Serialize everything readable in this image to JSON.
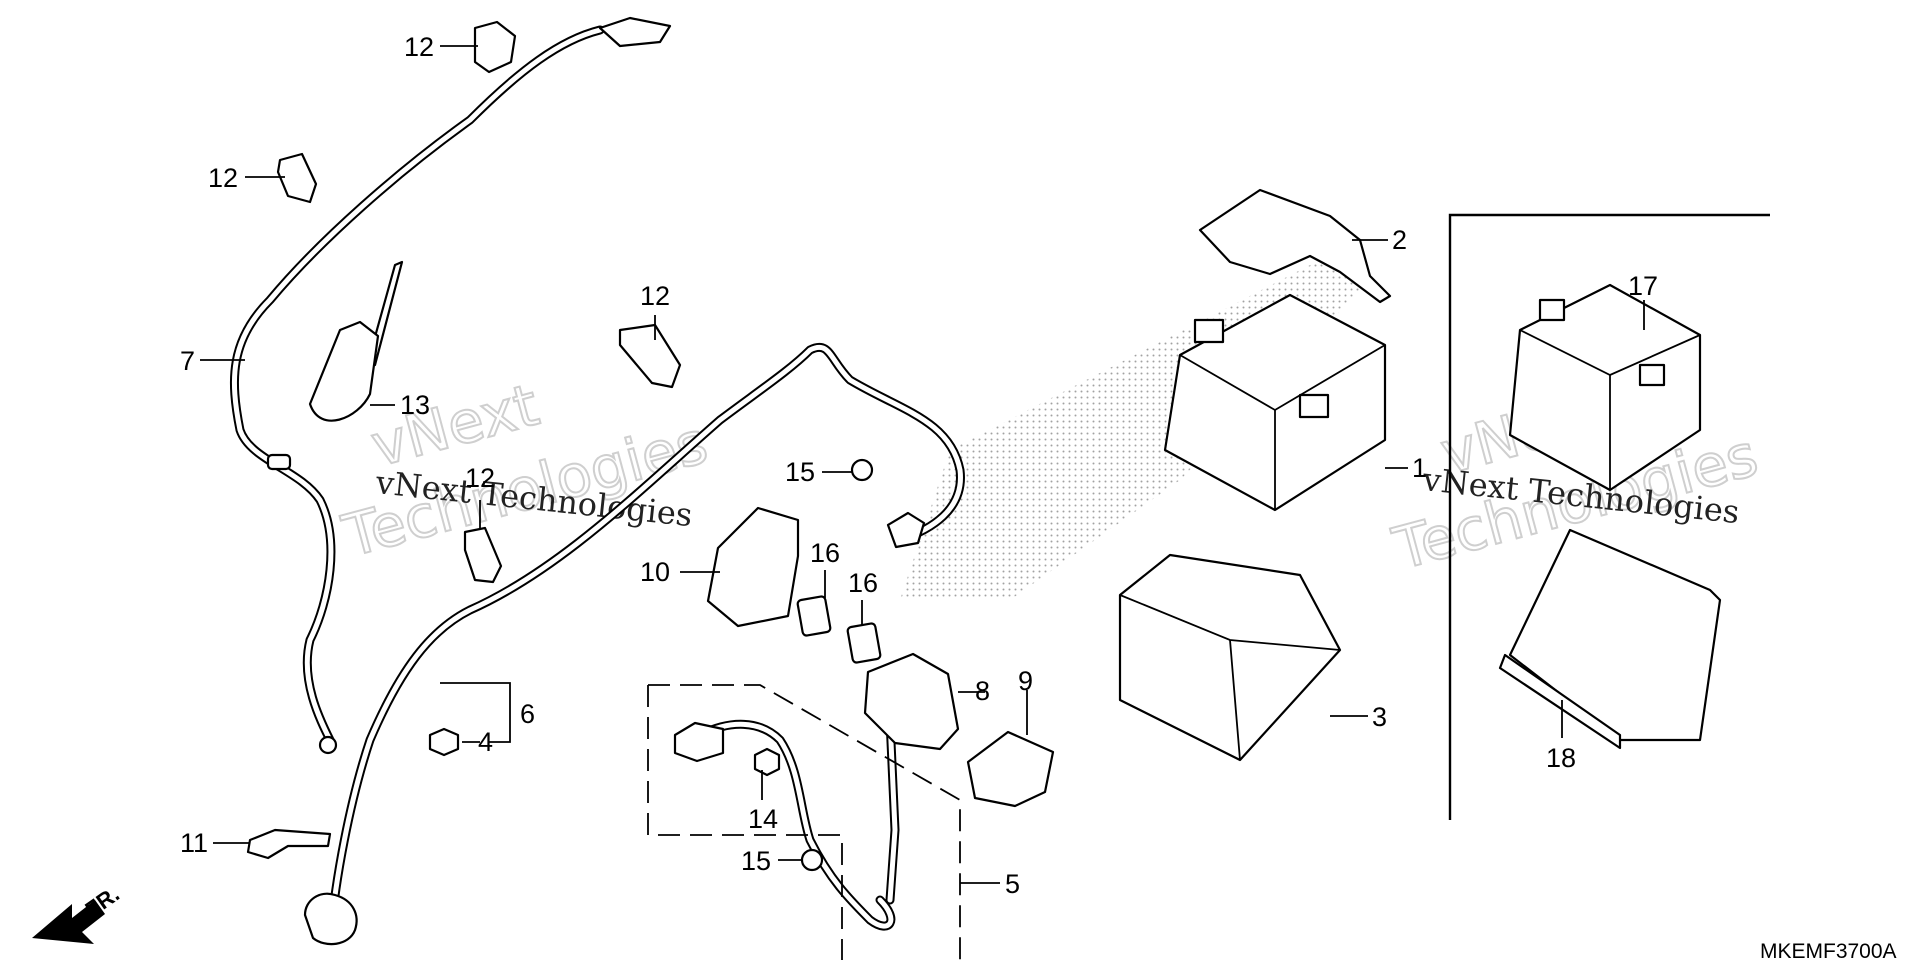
{
  "diagram": {
    "callouts": {
      "p1": "1",
      "p2": "2",
      "p3": "3",
      "p4": "4",
      "p5": "5",
      "p6": "6",
      "p7": "7",
      "p8": "8",
      "p9": "9",
      "p10": "10",
      "p11": "11",
      "p12a": "12",
      "p12b": "12",
      "p12c": "12",
      "p12d": "12",
      "p13": "13",
      "p14": "14",
      "p15a": "15",
      "p15b": "15",
      "p16a": "16",
      "p16b": "16",
      "p17": "17",
      "p18": "18"
    },
    "code": "MKEMF3700A",
    "direction": "FR.",
    "watermark": {
      "line1": "vNext Technologies",
      "brand_a": "vNext",
      "brand_b": "Technologies"
    }
  }
}
